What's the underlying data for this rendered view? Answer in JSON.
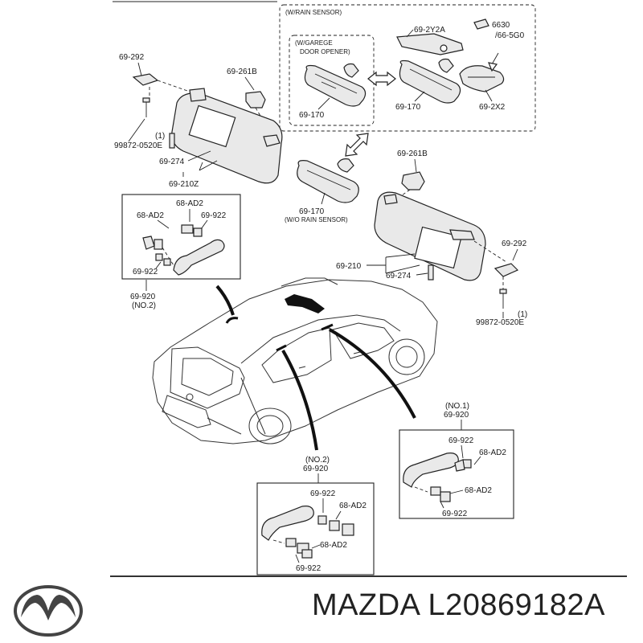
{
  "boxes": {
    "rain_sensor": "(W/RAIN SENSOR)",
    "garage_line1": "(W/GAREGE",
    "garage_line2": "DOOR OPENER)"
  },
  "labels": {
    "l_69_2Y2A": "69-2Y2A",
    "l_6630": "6630",
    "l_66_5G0": "/66-5G0",
    "l_69_170_garage": "69-170",
    "l_69_170_rain": "69-170",
    "l_69_2X2": "69-2X2",
    "l_69_292_left": "69-292",
    "l_69_261B_left": "69-261B",
    "l_1_left": "(1)",
    "l_99872_left": "99872-0520E",
    "l_69_274_left": "69-274",
    "l_69_210Z": "69-210Z",
    "l_69_261B_right": "69-261B",
    "l_69_170_wo": "69-170",
    "l_wo_rain": "(W/O RAIN SENSOR)",
    "l_69_292_right": "69-292",
    "l_69_210": "69-210",
    "l_69_274_right": "69-274",
    "l_1_right": "(1)",
    "l_99872_right": "99872-0520E",
    "a_68_AD2_top": "68-AD2",
    "a_68_AD2_left": "68-AD2",
    "a_69_922_right": "69-922",
    "a_69_922_bottom": "69-922",
    "a_69_920": "69-920",
    "a_no2": "(NO.2)",
    "b_no1": "(NO.1)",
    "b_69_920": "69-920",
    "b_69_922_top": "69-922",
    "b_68_AD2_top": "68-AD2",
    "b_68_AD2_bottom": "68-AD2",
    "b_69_922_bottom": "69-922",
    "c_no2": "(NO.2)",
    "c_69_920": "69-920",
    "c_69_922_top": "69-922",
    "c_68_AD2_top": "68-AD2",
    "c_68_AD2_bottom": "68-AD2",
    "c_69_922_bottom": "69-922"
  },
  "footer": {
    "brand": "MAZDA",
    "part_number": "L20869182A",
    "logo_icon": "mazda-logo-icon"
  }
}
